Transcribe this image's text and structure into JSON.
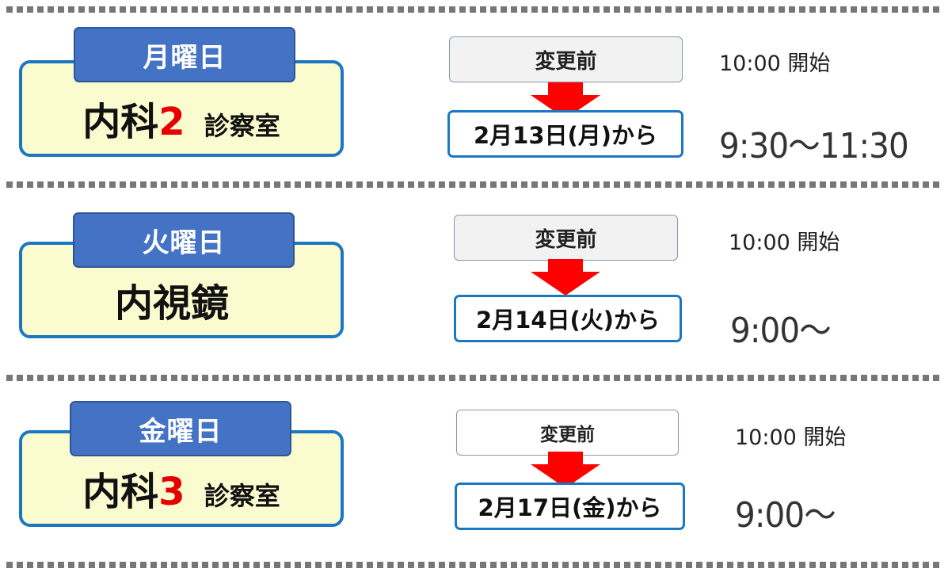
{
  "rows": [
    {
      "day": "月曜日",
      "room_main": "内科",
      "room_num": "2",
      "room_suffix": "診察室",
      "before_label": "変更前",
      "after_label": "2月13日(月)から",
      "old_time": "10:00 開始",
      "new_time": "9:30～11:30"
    },
    {
      "day": "火曜日",
      "room_main": "内視鏡",
      "room_num": "",
      "room_suffix": "",
      "before_label": "変更前",
      "after_label": "2月14日(火)から",
      "old_time": "10:00 開始",
      "new_time": "9:00～"
    },
    {
      "day": "金曜日",
      "room_main": "内科",
      "room_num": "3",
      "room_suffix": "診察室",
      "before_label": "変更前",
      "after_label": "2月17日(金)から",
      "old_time": "10:00 開始",
      "new_time": "9:00～"
    }
  ],
  "colors": {
    "room_box_fill": "#fbfbd0",
    "room_box_border": "#1c77c3",
    "day_tab_fill": "#4472c4",
    "room_number": "#e60000",
    "before_box_fill": "#f2f2f2",
    "arrow": "#ff0000",
    "after_box_border": "#1c77c3"
  }
}
